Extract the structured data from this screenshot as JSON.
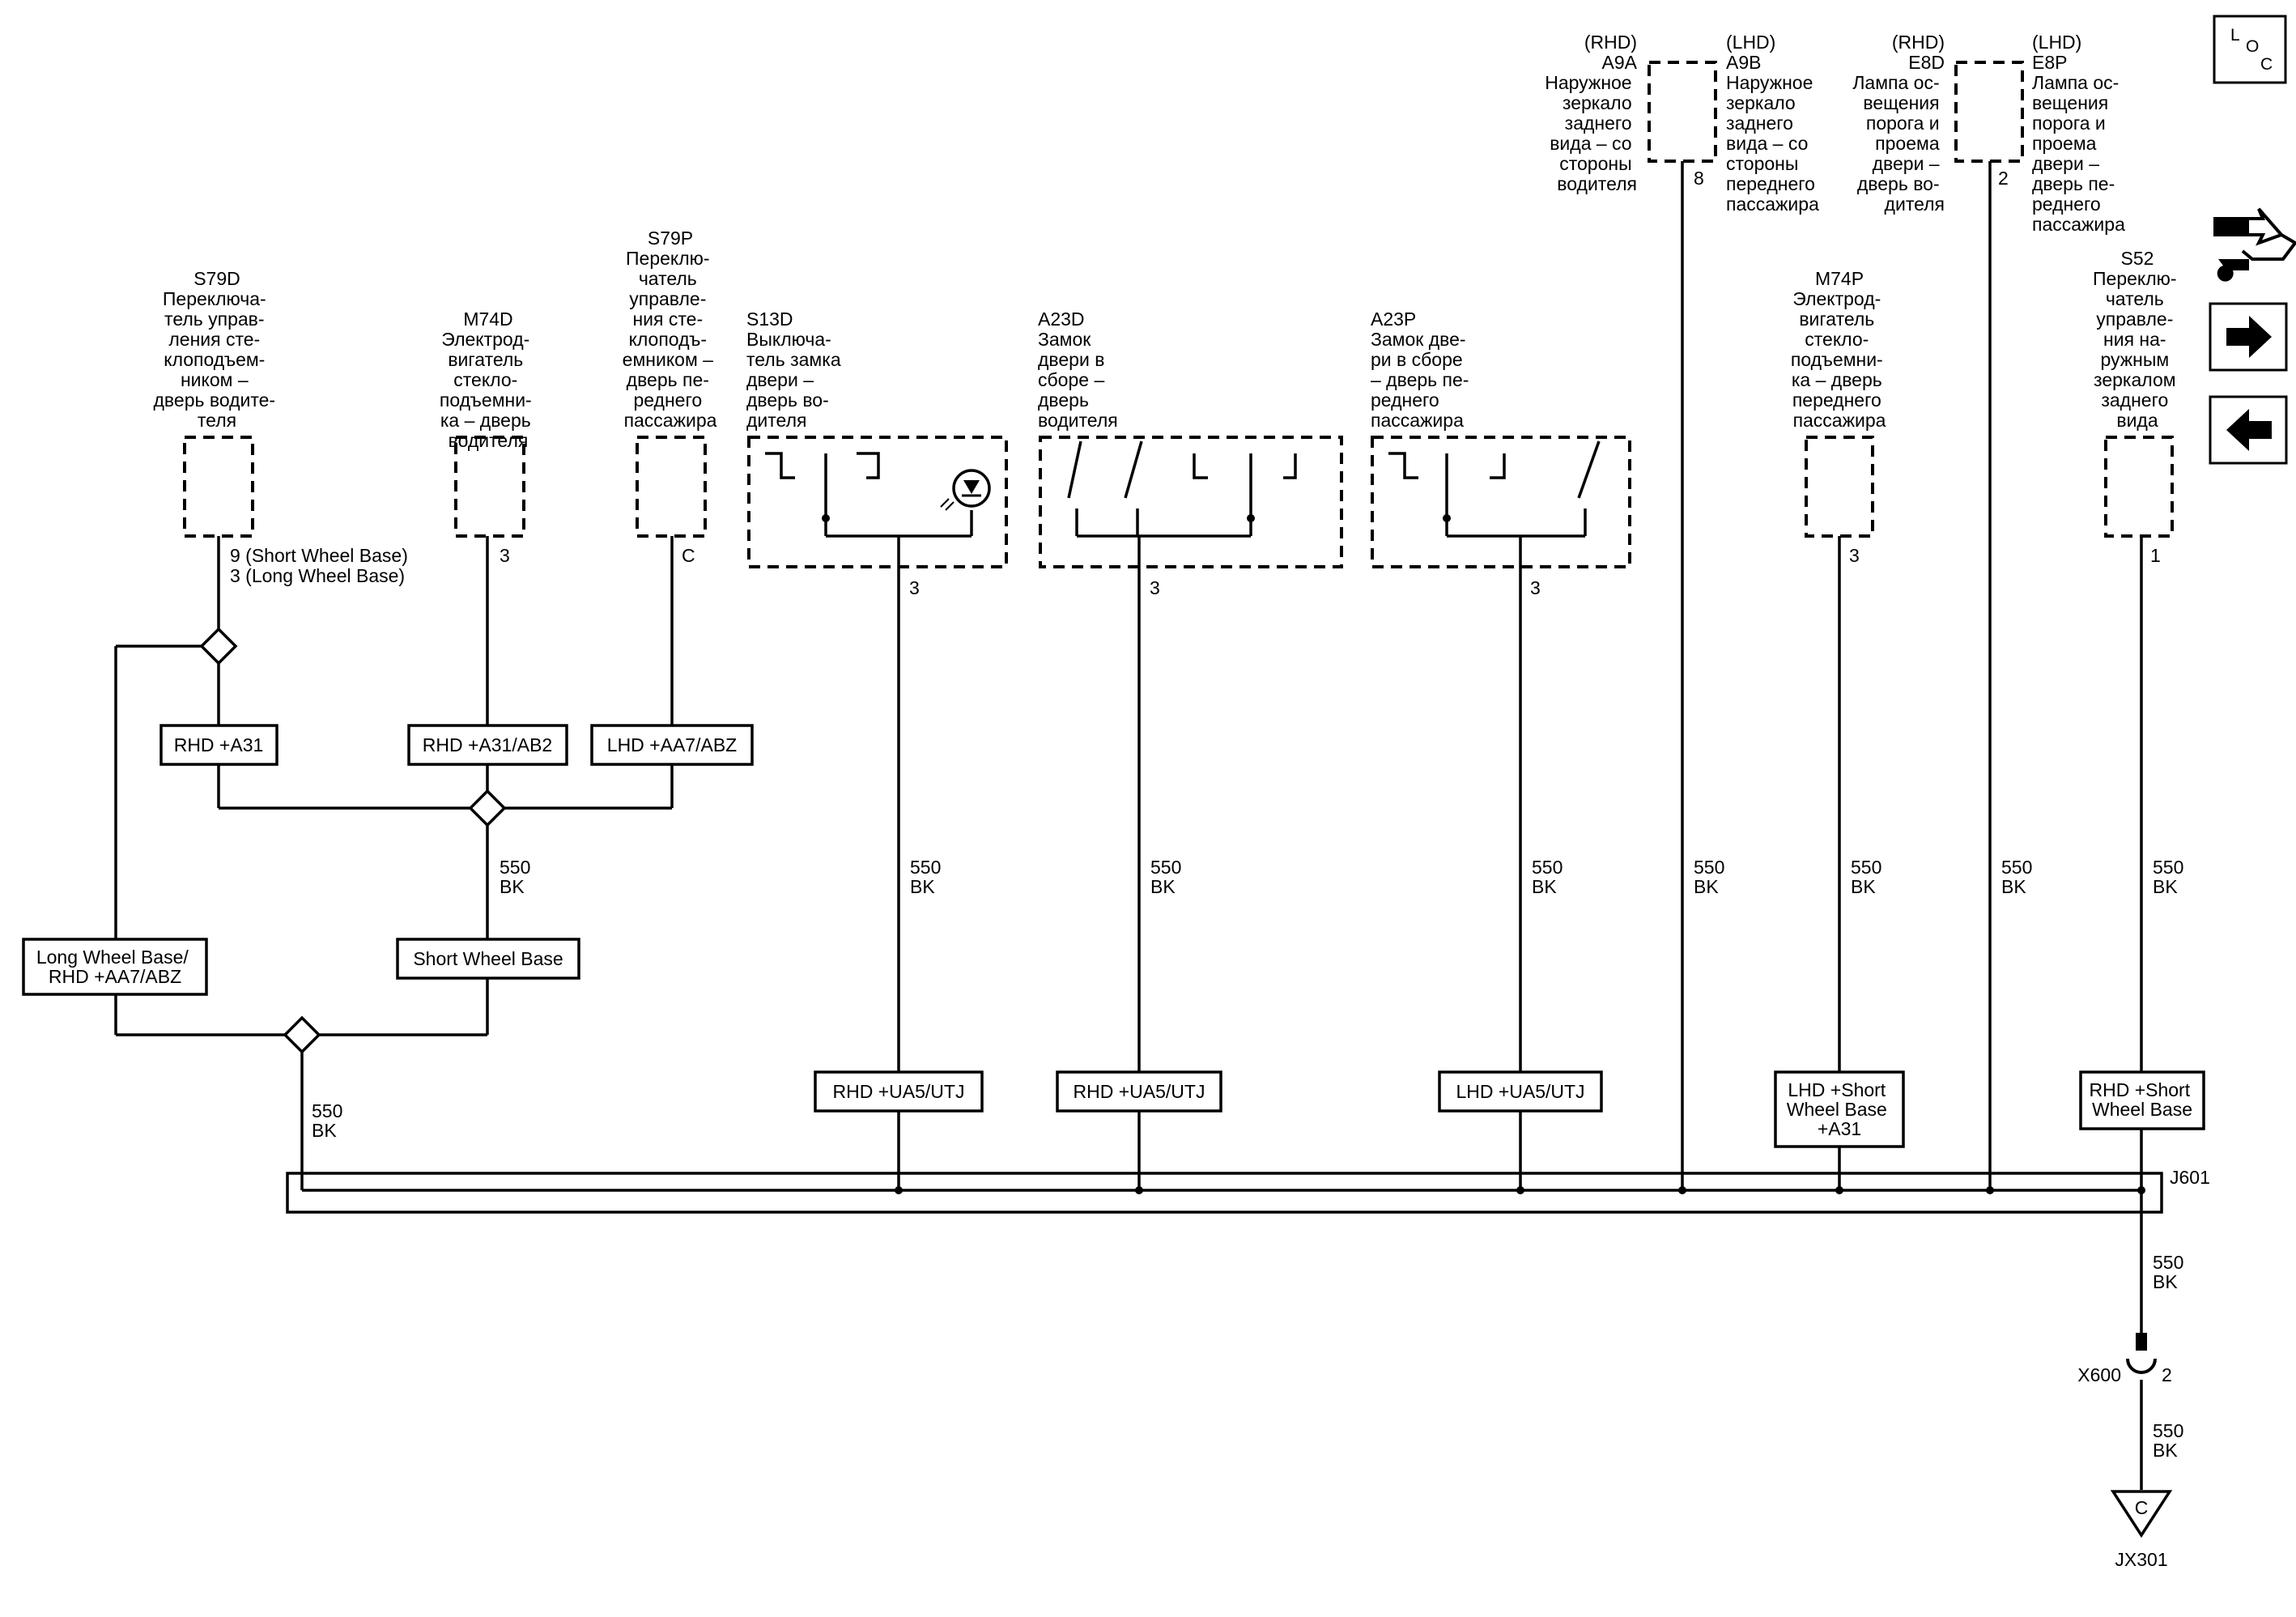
{
  "components": {
    "s79d": {
      "code": "S79D",
      "lines": [
        "Переключа-",
        "тель управ-",
        "ления сте-",
        "клоподъем-",
        "ником –",
        "дверь водите-",
        "теля"
      ],
      "pin_lines": [
        "9 (Short Wheel Base)",
        "3 (Long Wheel Base)"
      ]
    },
    "m74d": {
      "code": "M74D",
      "lines": [
        "Электрод-",
        "вигатель",
        "стекло-",
        "подъемни-",
        "ка – дверь",
        "водителя"
      ],
      "pin": "3"
    },
    "s79p": {
      "code": "S79P",
      "lines": [
        "Переклю-",
        "чатель",
        "управле-",
        "ния сте-",
        "клоподъ-",
        "емником –",
        "дверь пе-",
        "реднего",
        "пассажира"
      ],
      "pin": "C"
    },
    "s13d": {
      "code": "S13D",
      "lines": [
        "Выключа-",
        "тель замка",
        "двери –",
        "дверь во-",
        "дителя"
      ],
      "pin": "3"
    },
    "a23d": {
      "code": "A23D",
      "lines": [
        "Замок",
        "двери в",
        "сборе –",
        "дверь",
        "водителя"
      ],
      "pin": "3"
    },
    "a23p": {
      "code": "A23P",
      "lines": [
        "Замок две-",
        "ри в сборе",
        "– дверь пе-",
        "реднего",
        "пассажира"
      ],
      "pin": "3"
    },
    "a9a": {
      "tag": "(RHD)",
      "code": "A9A",
      "lines": [
        "Наружное",
        "зеркало",
        "заднего",
        "вида – со",
        "стороны",
        "водителя"
      ],
      "pin": "8"
    },
    "a9b": {
      "tag": "(LHD)",
      "code": "A9B",
      "lines": [
        "Наружное",
        "зеркало",
        "заднего",
        "вида – со",
        "стороны",
        "переднего",
        "пассажира"
      ]
    },
    "e8d": {
      "tag": "(RHD)",
      "code": "E8D",
      "lines": [
        "Лампа ос-",
        "вещения",
        "порога и",
        "проема",
        "двери –",
        "дверь во-",
        "дителя"
      ],
      "pin": "2"
    },
    "e8p": {
      "tag": "(LHD)",
      "code": "E8P",
      "lines": [
        "Лампа ос-",
        "вещения",
        "порога и",
        "проема",
        "двери –",
        "дверь пе-",
        "реднего",
        "пассажира"
      ]
    },
    "m74p": {
      "code": "M74P",
      "lines": [
        "Электрод-",
        "вигатель",
        "стекло-",
        "подъемни-",
        "ка – дверь",
        "переднего",
        "пассажира"
      ],
      "pin": "3"
    },
    "s52": {
      "code": "S52",
      "lines": [
        "Переклю-",
        "чатель",
        "управле-",
        "ния на-",
        "ружным",
        "зеркалом",
        "заднего",
        "вида"
      ],
      "pin": "1"
    }
  },
  "options": {
    "rhd_a31": "RHD +A31",
    "rhd_a31_ab2": "RHD +A31/AB2",
    "lhd_aa7_abz": "LHD +AA7/ABZ",
    "lwb_rhd": [
      "Long Wheel Base/",
      "RHD +AA7/ABZ"
    ],
    "swb": "Short Wheel Base",
    "rhd_ua5_1": "RHD +UA5/UTJ",
    "rhd_ua5_2": "RHD +UA5/UTJ",
    "lhd_ua5": "LHD +UA5/UTJ",
    "lhd_swb_a31": [
      "LHD +Short",
      "Wheel Base",
      "+A31"
    ],
    "rhd_swb": [
      "RHD +Short",
      "Wheel Base"
    ]
  },
  "wire": {
    "circuit": "550",
    "color": "BK"
  },
  "splice": "J601",
  "connector": {
    "name": "X600",
    "pin": "2"
  },
  "ground": {
    "letter": "C",
    "name": "JX301"
  },
  "nav": {
    "loc": [
      "L",
      "O",
      "C"
    ]
  }
}
